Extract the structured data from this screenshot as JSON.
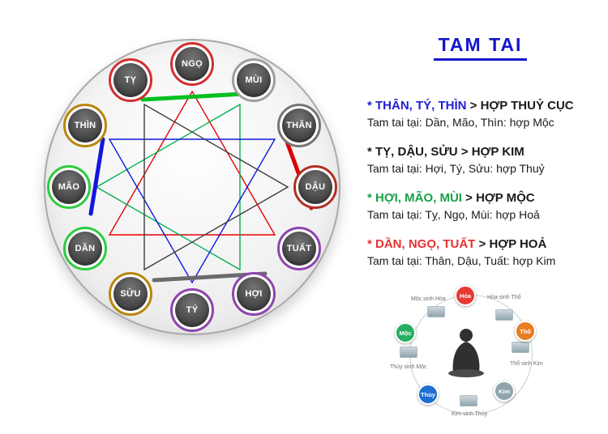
{
  "title": "TAM TAI",
  "wheel": {
    "zodiac": [
      {
        "label": "NGỌ",
        "ring": "#d32f2f"
      },
      {
        "label": "MÙI",
        "ring": "#9e9e9e"
      },
      {
        "label": "THÂN",
        "ring": "#757575"
      },
      {
        "label": "DẬU",
        "ring": "#b03024"
      },
      {
        "label": "TUẤT",
        "ring": "#8e44ad"
      },
      {
        "label": "HỢI",
        "ring": "#8e44ad"
      },
      {
        "label": "TÝ",
        "ring": "#8e44ad"
      },
      {
        "label": "SỬU",
        "ring": "#b8860b"
      },
      {
        "label": "DẦN",
        "ring": "#2ecc40"
      },
      {
        "label": "MÃO",
        "ring": "#2ecc40"
      },
      {
        "label": "THÌN",
        "ring": "#b8860b"
      },
      {
        "label": "TỴ",
        "ring": "#d32f2f"
      }
    ],
    "triangle_colors": {
      "fire": "#e60000",
      "wood": "#00b050",
      "water": "#0d17dd",
      "metal": "#3d3d3d"
    },
    "chord_colors": {
      "top": "#00c020",
      "right": "#dd0000",
      "left": "#1515e0",
      "bottom": "#6b6b6b"
    }
  },
  "groups": [
    {
      "names": "* THÂN, TÝ, THÌN",
      "result": " > HỢP THUỶ CỤC",
      "color": "#1d1dd4",
      "note": "Tam tai tại: Dần, Mão, Thìn: hợp Mộc"
    },
    {
      "names": "* TỴ, DẬU, SỬU",
      "result": " > HỢP KIM",
      "color": "#1a1a1a",
      "note": "Tam tai tại: Hợi, Tý, Sửu: hợp Thuỷ"
    },
    {
      "names": "* HỢI, MÃO, MÙI",
      "result": " > HỢP MỘC",
      "color": "#17a046",
      "note": "Tam tai tại: Tỵ, Ngọ, Mùi: hợp Hoả"
    },
    {
      "names": "* DẦN, NGỌ, TUẤT",
      "result": " > HỢP HOẢ",
      "color": "#e53030",
      "note": "Tam tai tại: Thân, Dậu, Tuất: hợp Kim"
    }
  ],
  "elements": {
    "nodes": [
      {
        "label": "Hỏa",
        "color": "#e53935"
      },
      {
        "label": "Thổ",
        "color": "#e67e22"
      },
      {
        "label": "Kim",
        "color": "#90a4ae"
      },
      {
        "label": "Thủy",
        "color": "#1e6fd0"
      },
      {
        "label": "Mộc",
        "color": "#27ae60"
      }
    ],
    "relations": [
      "Mộc sinh Hỏa",
      "Hỏa sinh Thổ",
      "Thổ sinh Kim",
      "Kim sinh Thủy",
      "Thủy sinh Mộc"
    ]
  }
}
